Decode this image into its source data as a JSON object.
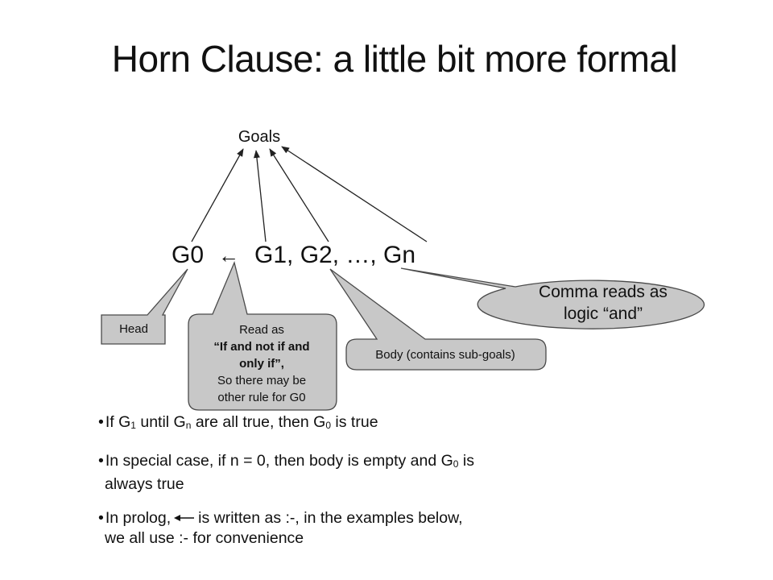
{
  "title": "Horn Clause: a little bit more formal",
  "diagram": {
    "goals_label": "Goals",
    "clause": {
      "head": "G0",
      "arrow": "←",
      "body": "G1, G2, …, Gn"
    },
    "callouts": {
      "head": "Head",
      "read_as": {
        "line1": "Read as",
        "line2": "“If and not if and",
        "line3": "only if”,",
        "line4": "So there may be",
        "line5": "other rule for G0"
      },
      "body": "Body (contains sub-goals)",
      "comma": {
        "line1": "Comma reads as",
        "line2": "logic “and”"
      }
    }
  },
  "bullets": {
    "b1": {
      "mark": "•",
      "p1": "If G",
      "s1": "1",
      "p2": " until G",
      "s2": "n",
      "p3": " are all true, then G",
      "s3": "0",
      "p4": " is true"
    },
    "b2": {
      "mark": "•",
      "p1": "In special case, if n = 0, then body is empty and G",
      "s1": "0",
      "p2": " is",
      "line2": "always true"
    },
    "b3": {
      "mark": "•",
      "p1": "In prolog,",
      "p2": "is written as :-, in the examples below,",
      "line2": "we all use :- for convenience"
    }
  },
  "colors": {
    "callout_fill": "#c8c8c8",
    "callout_stroke": "#4a4a4a",
    "text": "#111111"
  }
}
